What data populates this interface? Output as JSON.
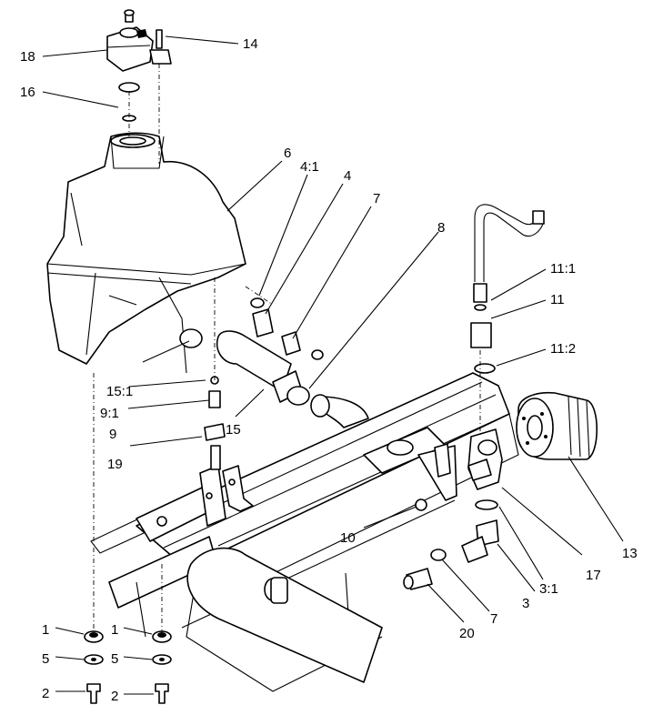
{
  "diagram": {
    "type": "exploded-parts-view",
    "callouts": [
      {
        "id": "c18",
        "text": "18"
      },
      {
        "id": "c14",
        "text": "14"
      },
      {
        "id": "c16",
        "text": "16"
      },
      {
        "id": "c6",
        "text": "6"
      },
      {
        "id": "c4_1",
        "text": "4:1"
      },
      {
        "id": "c4",
        "text": "4"
      },
      {
        "id": "c7a",
        "text": "7"
      },
      {
        "id": "c8",
        "text": "8"
      },
      {
        "id": "c11_1",
        "text": "11:1"
      },
      {
        "id": "c11",
        "text": "11"
      },
      {
        "id": "c11_2",
        "text": "11:2"
      },
      {
        "id": "c15_1",
        "text": "15:1"
      },
      {
        "id": "c9_1",
        "text": "9:1"
      },
      {
        "id": "c9",
        "text": "9"
      },
      {
        "id": "c15",
        "text": "15"
      },
      {
        "id": "c19",
        "text": "19"
      },
      {
        "id": "c10",
        "text": "10"
      },
      {
        "id": "c13",
        "text": "13"
      },
      {
        "id": "c17",
        "text": "17"
      },
      {
        "id": "c3_1",
        "text": "3:1"
      },
      {
        "id": "c3",
        "text": "3"
      },
      {
        "id": "c7b",
        "text": "7"
      },
      {
        "id": "c20",
        "text": "20"
      },
      {
        "id": "c1a",
        "text": "1"
      },
      {
        "id": "c1b",
        "text": "1"
      },
      {
        "id": "c5a",
        "text": "5"
      },
      {
        "id": "c5b",
        "text": "5"
      },
      {
        "id": "c2a",
        "text": "2"
      },
      {
        "id": "c2b",
        "text": "2"
      }
    ]
  }
}
